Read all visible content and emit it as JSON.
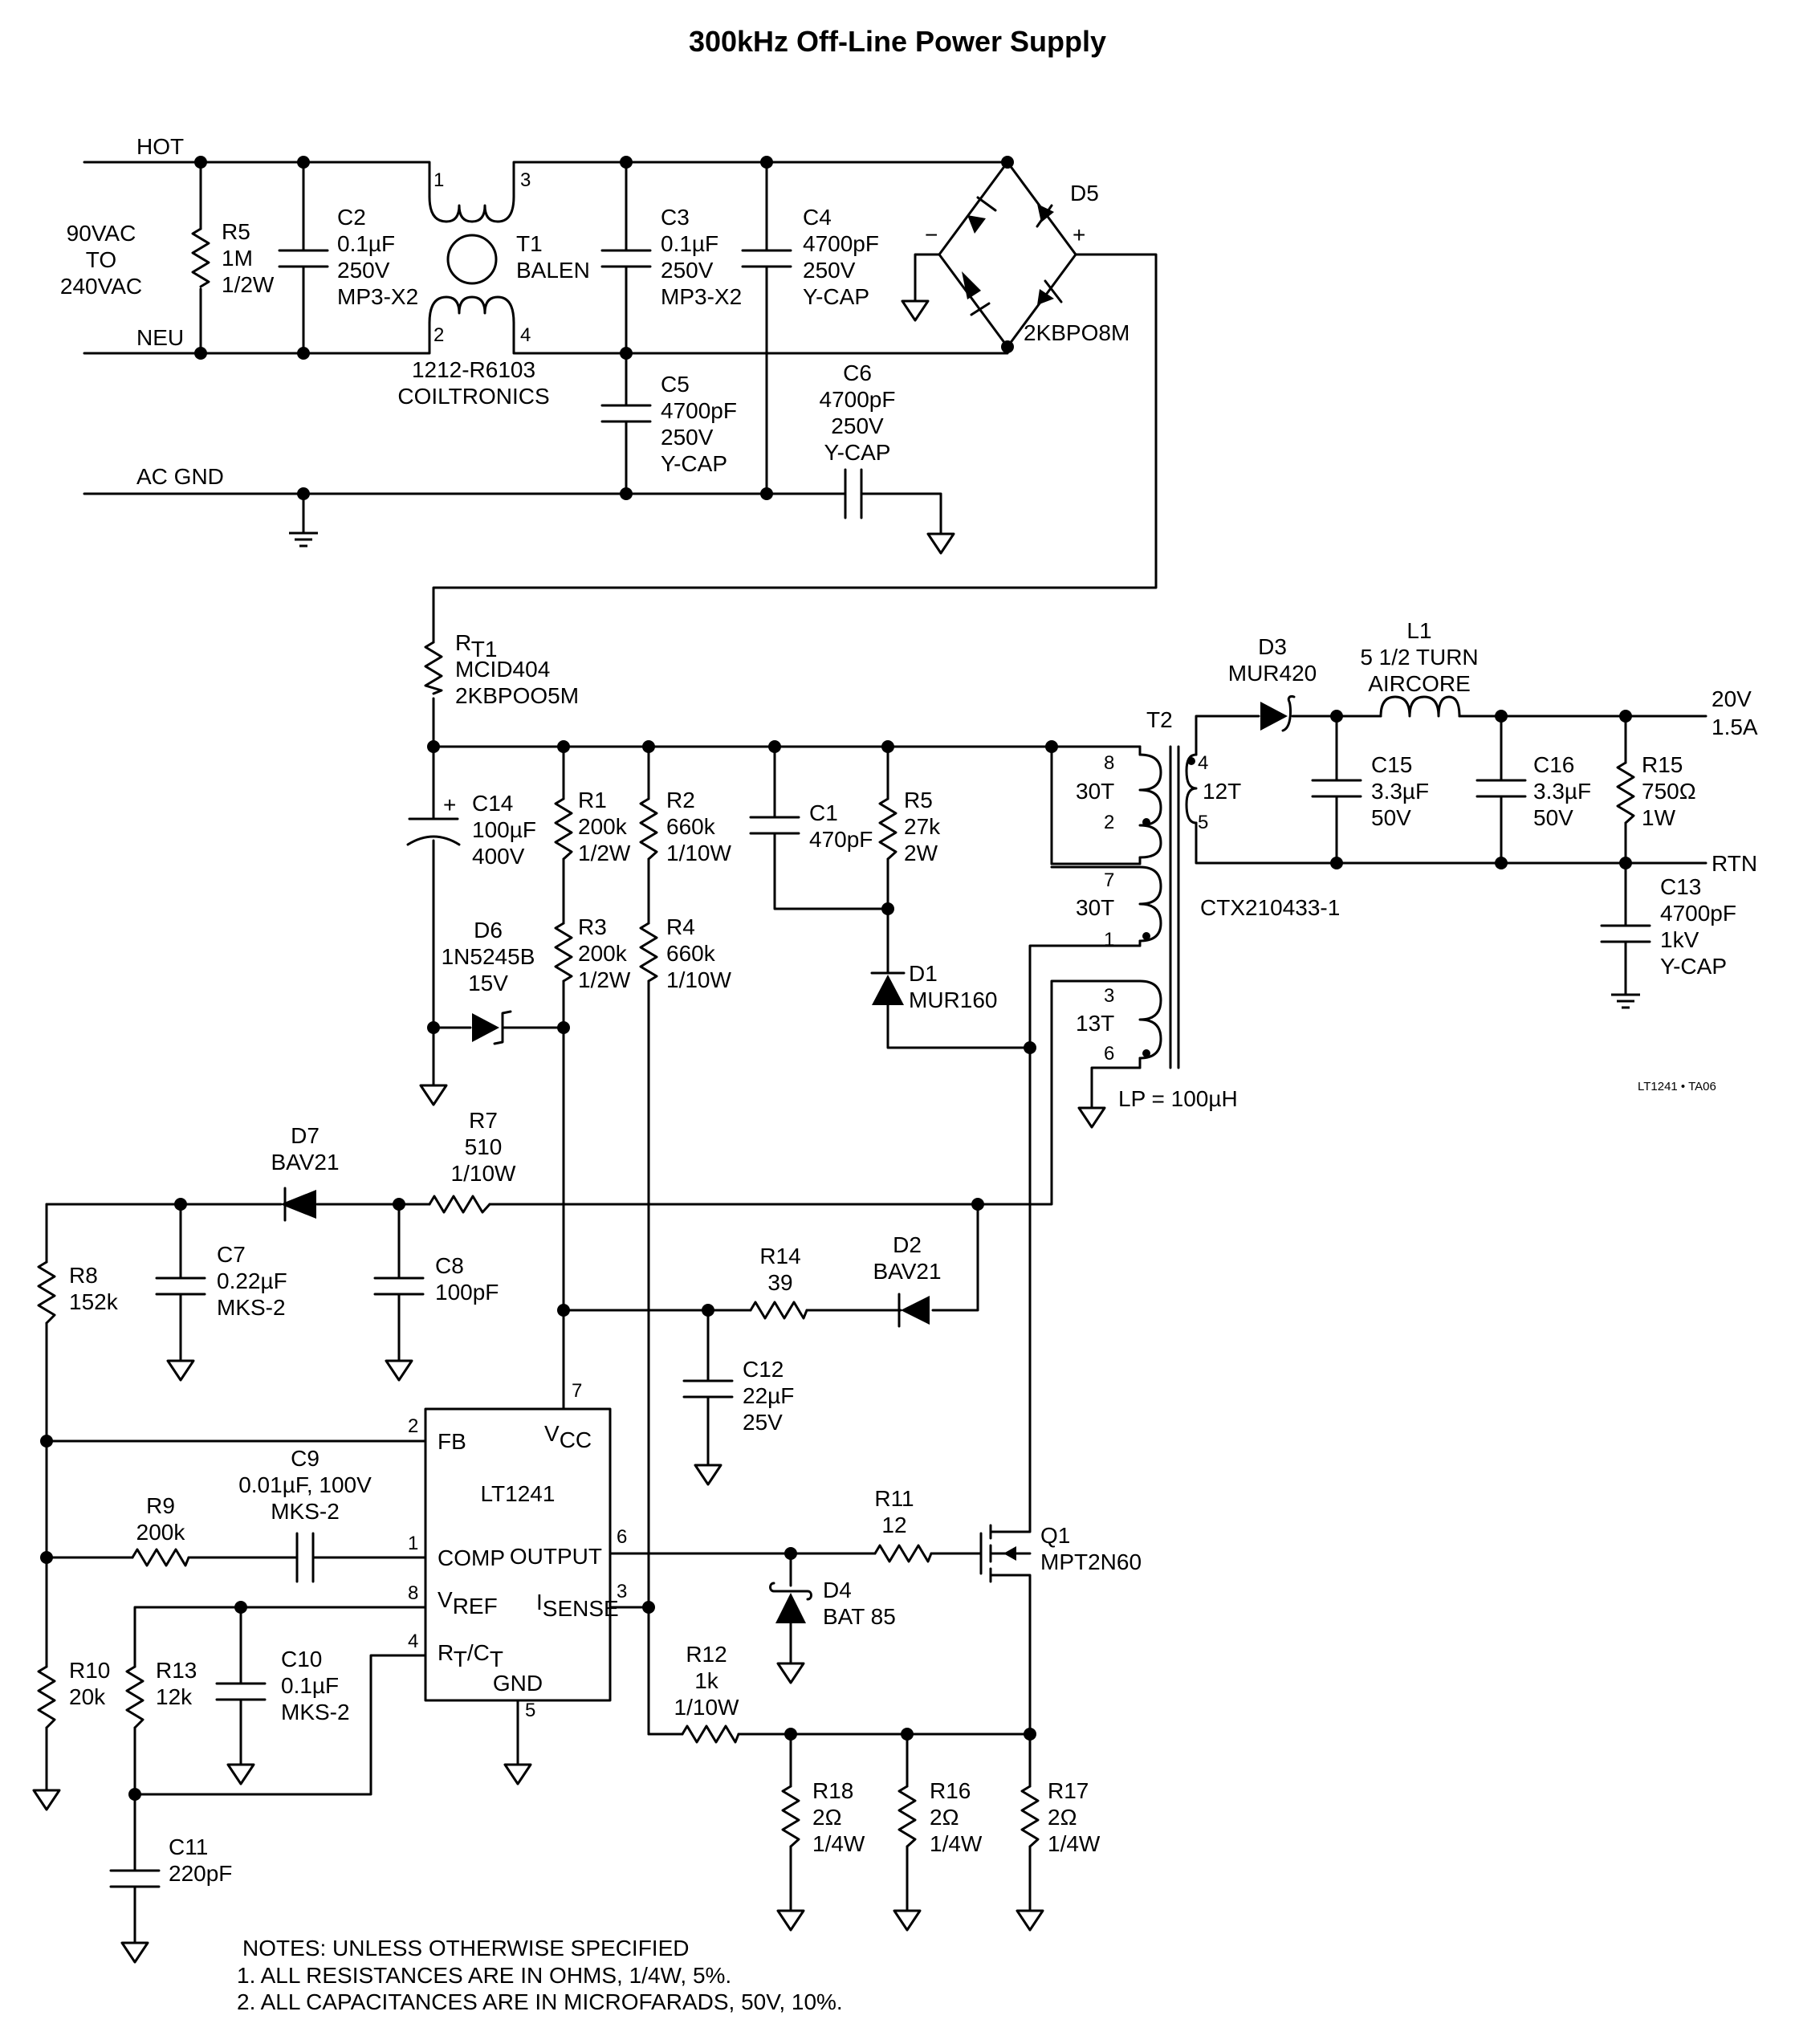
{
  "title": "300kHz Off-Line Power Supply",
  "footer_code": "LT1241 • TA06",
  "nets": {
    "hot": "HOT",
    "neu": "NEU",
    "ac_gnd": "AC GND",
    "out_v": "20V",
    "out_i": "1.5A",
    "rtn": "RTN",
    "lp": "LP = 100µH"
  },
  "input": [
    "90VAC",
    "TO",
    "240VAC"
  ],
  "parts": {
    "R5": [
      "R5",
      "1M",
      "1/2W"
    ],
    "C2": [
      "C2",
      "0.1µF",
      "250V",
      "MP3-X2"
    ],
    "T1": [
      "T1",
      "BALEN"
    ],
    "T1_part": [
      "1212-R6103",
      "COILTRONICS"
    ],
    "C3": [
      "C3",
      "0.1µF",
      "250V",
      "MP3-X2"
    ],
    "C4": [
      "C4",
      "4700pF",
      "250V",
      "Y-CAP"
    ],
    "C5": [
      "C5",
      "4700pF",
      "250V",
      "Y-CAP"
    ],
    "C6": [
      "C6",
      "4700pF",
      "250V",
      "Y-CAP"
    ],
    "D5": [
      "D5"
    ],
    "D5_part": [
      "2KBPO8M"
    ],
    "RT1": [
      "MCID404",
      "2KBPOO5M"
    ],
    "C14": [
      "C14",
      "100µF",
      "400V"
    ],
    "D6": [
      "D6",
      "1N5245B",
      "15V"
    ],
    "R1": [
      "R1",
      "200k",
      "1/2W"
    ],
    "R3": [
      "R3",
      "200k",
      "1/2W"
    ],
    "R2": [
      "R2",
      "660k",
      "1/10W"
    ],
    "R4": [
      "R4",
      "660k",
      "1/10W"
    ],
    "C1": [
      "C1",
      "470pF"
    ],
    "R5b": [
      "R5",
      "27k",
      "2W"
    ],
    "D1": [
      "D1",
      "MUR160"
    ],
    "T2": [
      "T2"
    ],
    "T2_part": [
      "CTX210433-1"
    ],
    "D3": [
      "D3",
      "MUR420"
    ],
    "L1": [
      "L1",
      "5 1/2 TURN",
      "AIRCORE"
    ],
    "C15": [
      "C15",
      "3.3µF",
      "50V"
    ],
    "C16": [
      "C16",
      "3.3µF",
      "50V"
    ],
    "R15": [
      "R15",
      "750Ω",
      "1W"
    ],
    "C13": [
      "C13",
      "4700pF",
      "1kV",
      "Y-CAP"
    ],
    "D7": [
      "D7",
      "BAV21"
    ],
    "R7": [
      "R7",
      "510",
      "1/10W"
    ],
    "R8": [
      "R8",
      "152k"
    ],
    "C7": [
      "C7",
      "0.22µF",
      "MKS-2"
    ],
    "C8": [
      "C8",
      "100pF"
    ],
    "R14": [
      "R14",
      "39"
    ],
    "D2": [
      "D2",
      "BAV21"
    ],
    "C12": [
      "C12",
      "22µF",
      "25V"
    ],
    "C9": [
      "C9",
      "0.01µF, 100V",
      "MKS-2"
    ],
    "R9": [
      "R9",
      "200k"
    ],
    "R10": [
      "R10",
      "20k"
    ],
    "R13": [
      "R13",
      "12k"
    ],
    "C10": [
      "C10",
      "0.1µF",
      "MKS-2"
    ],
    "C11": [
      "C11",
      "220pF"
    ],
    "R11": [
      "R11",
      "12"
    ],
    "Q1": [
      "Q1",
      "MPT2N60"
    ],
    "D4": [
      "D4",
      "BAT 85"
    ],
    "R12": [
      "R12",
      "1k",
      "1/10W"
    ],
    "R18": [
      "R18",
      "2Ω",
      "1/4W"
    ],
    "R16": [
      "R16",
      "2Ω",
      "1/4W"
    ],
    "R17": [
      "R17",
      "2Ω",
      "1/4W"
    ]
  },
  "windings": {
    "p": [
      "8",
      "30T",
      "2"
    ],
    "a": [
      "7",
      "30T",
      "1"
    ],
    "b": [
      "3",
      "13T",
      "6"
    ],
    "s": [
      "4",
      "12T",
      "5"
    ]
  },
  "t1_pins": [
    "1",
    "3",
    "2",
    "4"
  ],
  "ic": {
    "name": "LT1241",
    "fb": "FB",
    "comp": "COMP",
    "output": "OUTPUT",
    "gnd": "GND",
    "pins": {
      "fb": "2",
      "comp": "1",
      "vref": "8",
      "rtct": "4",
      "vcc": "7",
      "out": "6",
      "isense": "3",
      "gnd": "5"
    }
  },
  "notes": [
    "NOTES: UNLESS OTHERWISE SPECIFIED",
    "1. ALL RESISTANCES ARE IN OHMS, 1/4W, 5%.",
    "2. ALL CAPACITANCES ARE IN MICROFARADS, 50V, 10%."
  ]
}
